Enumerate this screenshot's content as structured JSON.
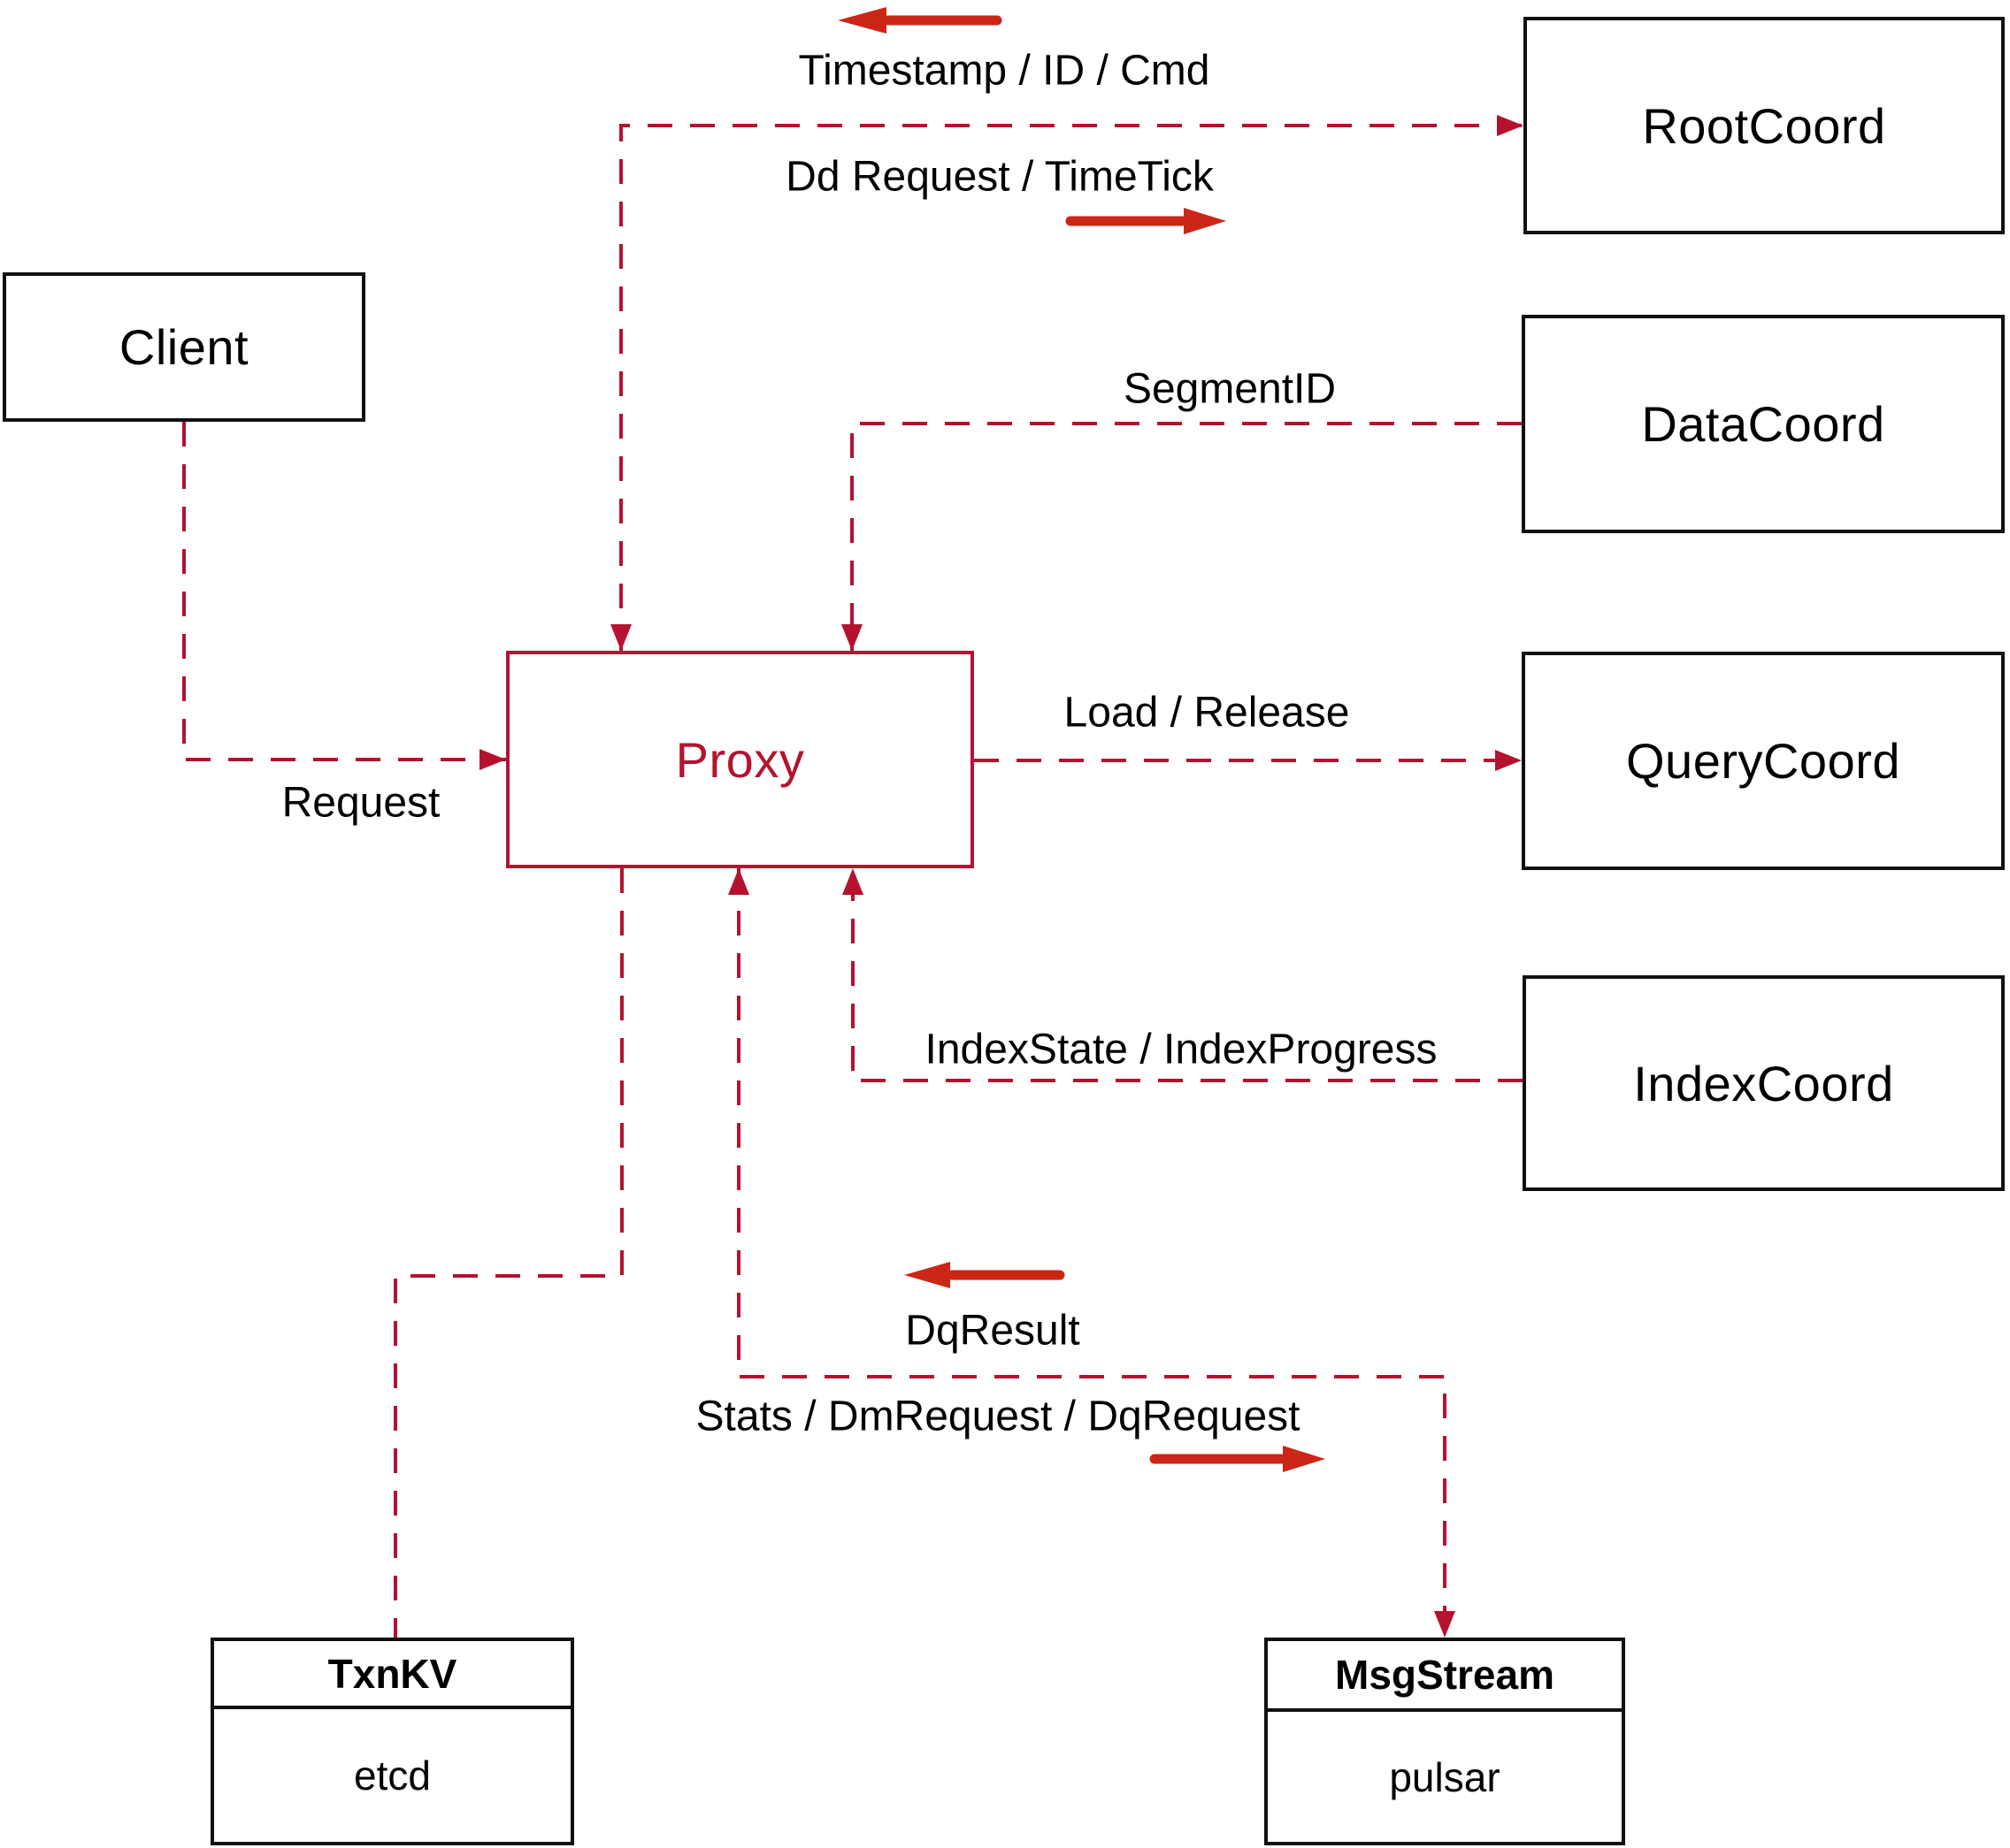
{
  "colors": {
    "dashed_line": "#b5122f",
    "solid_arrow": "#cc2616",
    "box_border": "#111111",
    "text": "#000000",
    "background": "#ffffff"
  },
  "nodes": {
    "client": {
      "label": "Client"
    },
    "proxy": {
      "label": "Proxy"
    },
    "root_coord": {
      "label": "RootCoord"
    },
    "data_coord": {
      "label": "DataCoord"
    },
    "query_coord": {
      "label": "QueryCoord"
    },
    "index_coord": {
      "label": "IndexCoord"
    },
    "txn_kv": {
      "title": "TxnKV",
      "impl": "etcd"
    },
    "msg_stream": {
      "title": "MsgStream",
      "impl": "pulsar"
    }
  },
  "edges": {
    "client_proxy": {
      "label": "Request"
    },
    "proxy_rootcoord": {
      "label_up": "Timestamp / ID / Cmd",
      "label_down": "Dd Request / TimeTick"
    },
    "datacoord_proxy": {
      "label": "SegmentID"
    },
    "proxy_querycoord": {
      "label": "Load / Release"
    },
    "indexcoord_proxy": {
      "label": "IndexState / IndexProgress"
    },
    "proxy_msgstream": {
      "label_up": "DqResult",
      "label_down": "Stats / DmRequest / DqRequest"
    }
  }
}
